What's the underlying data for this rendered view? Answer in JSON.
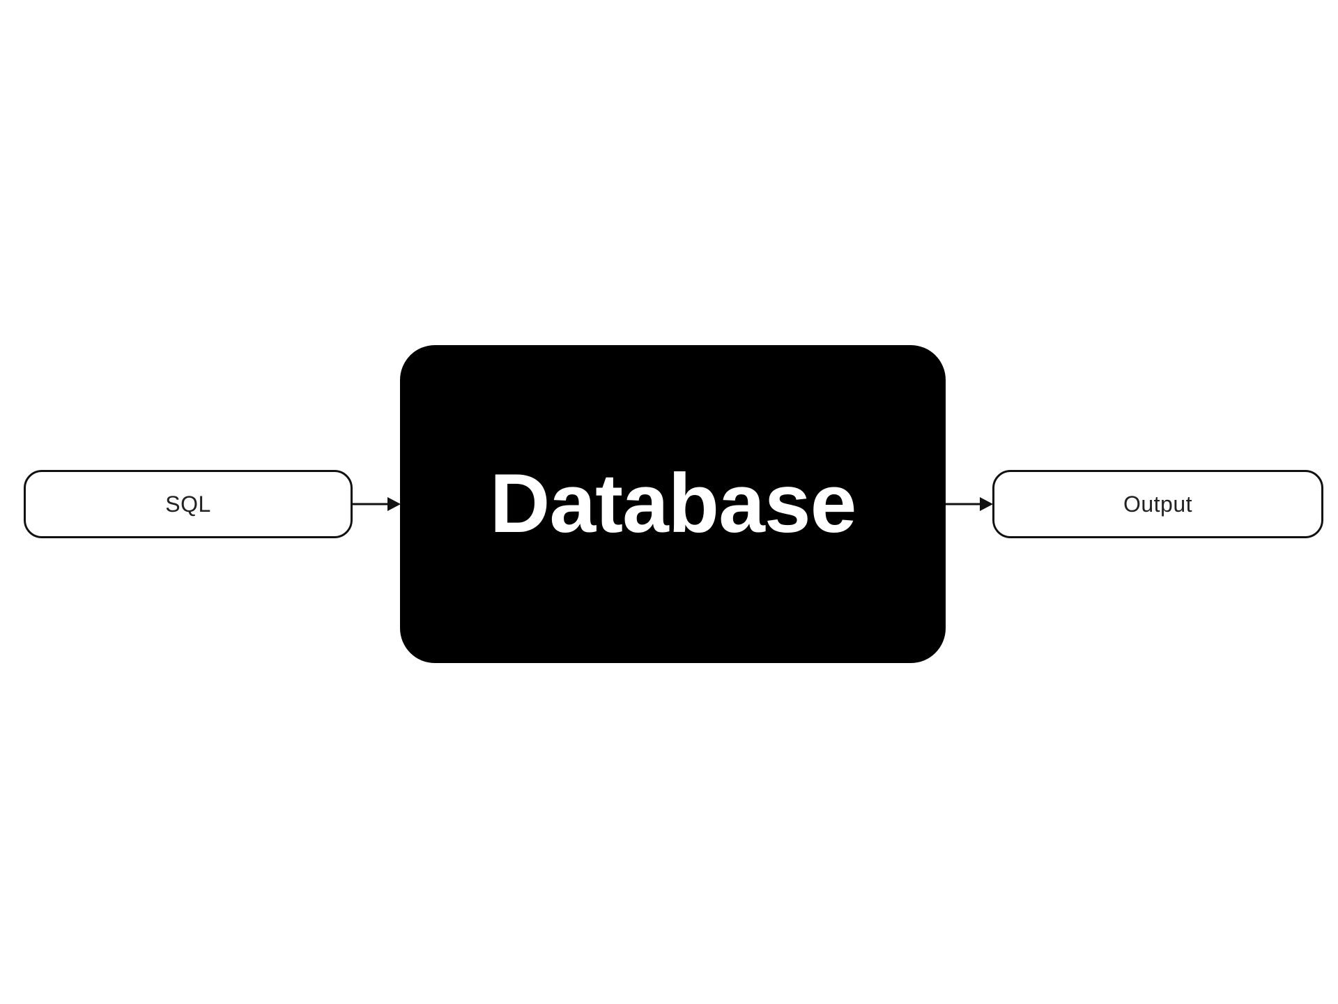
{
  "diagram": {
    "input_label": "SQL",
    "center_label": "Database",
    "output_label": "Output",
    "colors": {
      "background": "#ffffff",
      "center_fill": "#000000",
      "center_text": "#ffffff",
      "stroke": "#111111"
    }
  }
}
